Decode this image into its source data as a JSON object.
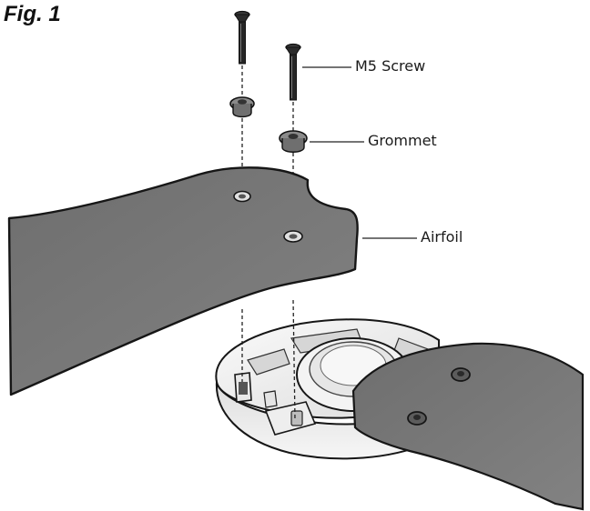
{
  "figure": {
    "title": "Fig. 1",
    "labels": {
      "screw": "M5 Screw",
      "grommet": "Grommet",
      "airfoil": "Airfoil"
    }
  },
  "colors": {
    "blade": "#777777",
    "outline": "#161616",
    "hub_light": "#f1f1f1",
    "hub_mid": "#c8c8c8",
    "screw": "#222222"
  },
  "parts": [
    "screw",
    "grommet",
    "airfoil",
    "hub",
    "second-blade"
  ]
}
